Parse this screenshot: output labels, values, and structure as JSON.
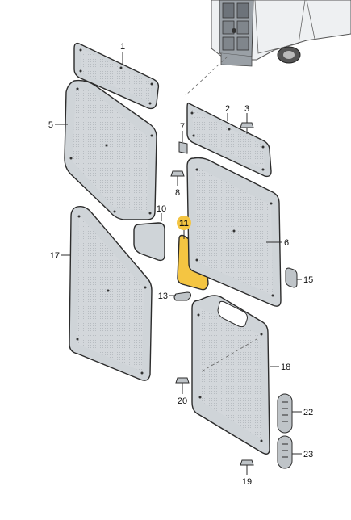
{
  "parts": [
    {
      "id": "1",
      "label": "1"
    },
    {
      "id": "2",
      "label": "2"
    },
    {
      "id": "3",
      "label": "3"
    },
    {
      "id": "5",
      "label": "5"
    },
    {
      "id": "6",
      "label": "6"
    },
    {
      "id": "7",
      "label": "7"
    },
    {
      "id": "8",
      "label": "8"
    },
    {
      "id": "10",
      "label": "10"
    },
    {
      "id": "11",
      "label": "11",
      "highlighted": true
    },
    {
      "id": "13",
      "label": "13"
    },
    {
      "id": "15",
      "label": "15"
    },
    {
      "id": "17",
      "label": "17"
    },
    {
      "id": "18",
      "label": "18"
    },
    {
      "id": "19",
      "label": "19"
    },
    {
      "id": "20",
      "label": "20"
    },
    {
      "id": "22",
      "label": "22"
    },
    {
      "id": "23",
      "label": "23"
    }
  ],
  "colors": {
    "panel": "#cfd4d8",
    "highlight": "#f4c542",
    "outline": "#2c2c2c"
  }
}
